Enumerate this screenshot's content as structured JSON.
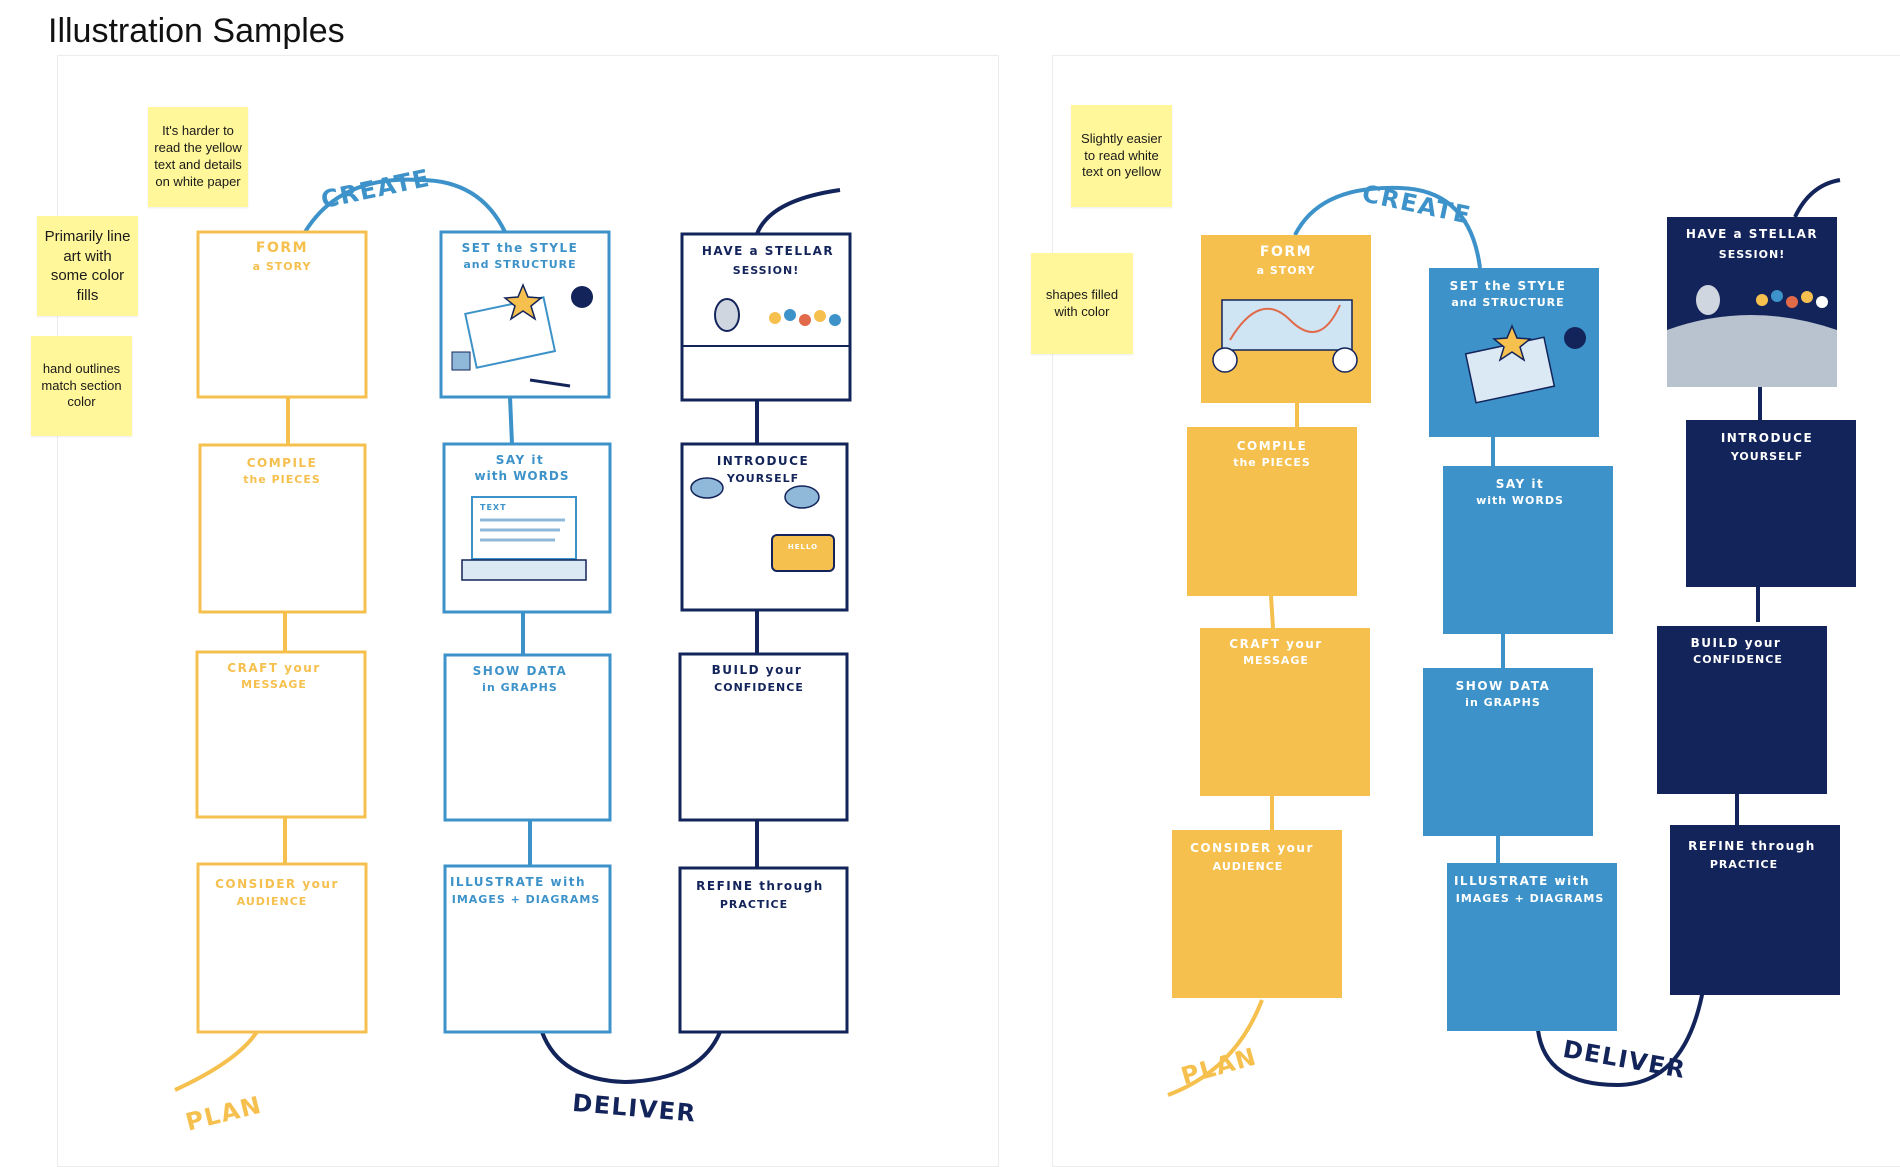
{
  "page": {
    "title": "Illustration Samples"
  },
  "stickies": {
    "left_note_1": "It's harder to read the yellow text and details on white paper",
    "left_note_2": "Primarily line art with some color fills",
    "left_note_3": "hand outlines match section color",
    "right_note_1": "Slightly easier to read white text on yellow",
    "right_note_2": "shapes filled with color"
  },
  "sections": {
    "plan": "PLAN",
    "create": "CREATE",
    "deliver": "DELIVER"
  },
  "cards": {
    "form_story": [
      "FORM",
      "a STORY"
    ],
    "compile_pieces": [
      "COMPILE",
      "the PIECES"
    ],
    "craft_message": [
      "CRAFT your",
      "MESSAGE"
    ],
    "consider_audience": [
      "CONSIDER your",
      "AUDIENCE"
    ],
    "set_style": [
      "SET the STYLE",
      "and STRUCTURE"
    ],
    "say_words": [
      "SAY it",
      "with WORDS"
    ],
    "show_data": [
      "SHOW DATA",
      "in GRAPHS"
    ],
    "illustrate": [
      "ILLUSTRATE with",
      "IMAGES + DIAGRAMS"
    ],
    "stellar": [
      "HAVE a STELLAR",
      "SESSION!"
    ],
    "introduce": [
      "INTRODUCE",
      "YOURSELF"
    ],
    "confidence": [
      "BUILD your",
      "CONFIDENCE"
    ],
    "refine": [
      "REFINE through",
      "PRACTICE"
    ]
  },
  "misc": {
    "text_label": "TEXT",
    "hello_label": "HELLO"
  },
  "colors": {
    "plan": "#f5c04e",
    "create": "#3d93c9",
    "deliver": "#13245a",
    "sticky": "#fff79a"
  }
}
